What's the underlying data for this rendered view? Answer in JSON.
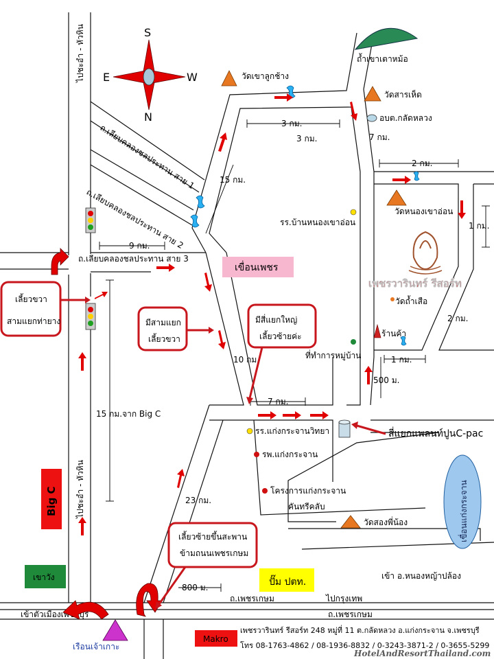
{
  "compass": {
    "north": "N",
    "south": "S",
    "east": "E",
    "west": "W"
  },
  "colors": {
    "accent_red": "#e00000",
    "box_border": "#c8161d",
    "dam_label_bg": "#f6b7cf",
    "highlight_bg": "#ffff00",
    "water": "#9ec8ee",
    "hill": "#2a8a55",
    "temple": "#e87722",
    "bigc": "#ee1111",
    "makro": "#ee1111",
    "khaowang": "#1f8a3a"
  },
  "icons": [
    "compass-icon",
    "traffic-light-icon",
    "temple-icon",
    "mountain-icon",
    "water-icon",
    "u-turn-icon",
    "resort-logo-icon",
    "gas-tank-icon",
    "shop-icon"
  ],
  "roads": {
    "hua_hin_top": "ไปชะอำ - หัวหิน",
    "hua_hin_bottom": "ไปชะอำ - หัวหิน",
    "canal_1": "ถ.เลียบคลองชลประทาน สาย 1",
    "canal_2": "ถ.เลียบคลองชลประทาน สาย 2",
    "canal_3": "ถ.เลียบคลองชลประทาน สาย 3",
    "phetkasem_1": "ถ.เพชรเกษม",
    "phetkasem_2": "ถ.เพชรเกษม",
    "to_bangkok": "ไปกรุงเทพ",
    "to_city": "เข้าตัวเมืองเพชรบุรี",
    "to_nongya": "เข้า อ.หนองหญ้าปล้อง"
  },
  "distances": {
    "d9": "9 กม.",
    "d15_from_bigc": "15 กม.จาก Big C",
    "d15": "15 กม.",
    "d3_a": "3 กม.",
    "d3_b": "3 กม.",
    "d7_a": "7 กม.",
    "d7_b": "7 กม.",
    "d2_a": "2 กม.",
    "d2_b": "2 กม.",
    "d1_a": "1 กม.",
    "d1_b": "1 กม.",
    "d10": "10 กม.",
    "d23": "23 กม.",
    "d500": "500 ม.",
    "d800": "800 ม."
  },
  "places": {
    "tham_khao": "ถ้ำเขาเตาหม้อ",
    "wat_khao_luk_chang": "วัดเขาลูกช้าง",
    "wat_san_het": "วัดสารเห็ด",
    "obt": "อบต.กลัดหลวง",
    "wat_nong_khao_on": "วัดหนองเขาอ่อน",
    "school_nong_khao_on": "รร.บ้านหนองเขาอ่อน",
    "dam": "เขื่อนเพชร",
    "resort": "เพชรวารินทร์ รีสอร์ท",
    "wat_tham_suea": "วัดถ้ำเสือ",
    "shop": "ร้านค้า",
    "village_office": "ที่ทำการหมู่บ้าน",
    "school_kaeng": "รร.แก่งกระจานวิทยา",
    "hospital": "รพ.แก่งกระจาน",
    "project_line1": "โครงการแก่งกระจาน",
    "project_line2": "คันทรีคลับ",
    "wat_song_phi_nong": "วัดสองพี่น้อง",
    "cpac": "สี่แยกแพลนท์ปูนC-pac",
    "kaeng_krachan_dam": "เขื่อนแก่งกระจาน",
    "gas_station": "ปั๊ม ปตท.",
    "big_c": "Big C",
    "khao_wang": "เขาวัง",
    "makro": "Makro",
    "ruean_chao_kho": "เรือนเจ้าเกาะ"
  },
  "callouts": {
    "turn_right_1": "เลี้ยวขวา",
    "turn_right_2": "สามแยกท่ายาง",
    "three_way_1": "มีสามแยก",
    "three_way_2": "เลี้ยวขวา",
    "four_way_1": "มีสี่แยกใหญ่",
    "four_way_2": "เลี้ยวซ้ายค่ะ",
    "bridge_1": "เลี้ยวซ้ายขึ้นสะพาน",
    "bridge_2": "ข้ามถนนเพชรเกษม"
  },
  "footer": {
    "address": "เพชรวารินทร์ รีสอร์ท 248 หมู่ที่ 11 ต.กลัดหลวง อ.แก่งกระจาน จ.เพชรบุรี",
    "phone": "โทร 08-1763-4862 / 08-1936-8832 / 0-3243-3871-2 / 0-3655-5299",
    "watermark": "HotelAndResortThailand.com"
  }
}
